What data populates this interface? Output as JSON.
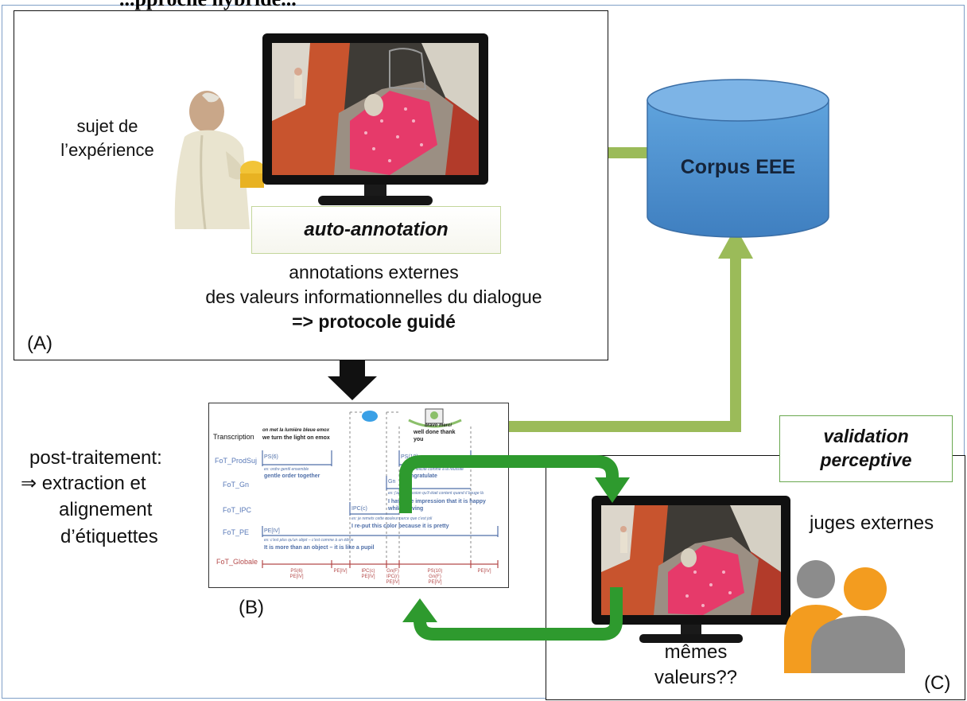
{
  "header": {
    "title": "...pproche hybride..."
  },
  "panel_a": {
    "subject_label": "sujet de\nl’expérience",
    "auto_annotation": "auto-annotation",
    "desc_line1": "annotations externes",
    "desc_line2": "des valeurs informationnelles du dialogue",
    "desc_line3": "=> protocole guidé",
    "letter": "(A)"
  },
  "corpus": {
    "label": "Corpus EEE"
  },
  "panel_b": {
    "post_line1": "post-traitement:",
    "post_line2": "⇒ extraction et",
    "post_line3": "alignement",
    "post_line4": "d’étiquettes",
    "letter": "(B)",
    "annot": {
      "row_labels": [
        "Transcription",
        "FoT_ProdSuj",
        "FoT_Gn",
        "FoT_IPC",
        "FoT_PE",
        "FoT_Globale"
      ],
      "transcript_fr": "on met la lumière bleue emox",
      "transcript_en": "we turn the light on emox",
      "bravo_fr": "bravo merci",
      "bravo_en_1": "well done thank",
      "bravo_en_2": "you",
      "ps6": "PS(6)",
      "ps6_ex": "ex: ordre gentil ensemble",
      "ps6_en": "gentle order together",
      "ps10": "PS(10)",
      "ps10_ex": "ex: je la félicite comme à la réussite",
      "ps10_en": "I congratulate",
      "gn": "Gn",
      "gn_ex": "ex: j'ai l'impression qu'il était content quand il bouge là",
      "gn_en_1": "I have the impression that it is happy",
      "gn_en_2": "while moving",
      "ipc": "IPC(c)",
      "ipc_ex": "ex: je remets cette couleur parce que c'est joli",
      "ipc_en": "I re-put this color because it is pretty",
      "pe": "PE[IV]",
      "pe_ex": "ex: c'est plus qu'un objet – c'est comme à un élève",
      "pe_en": "It is more than an object – it is like a pupil",
      "glob": [
        "PS(6)",
        "PE[IV]",
        "PE[IV]",
        "IPC(c)",
        "PE[IV]",
        "Gn(F)",
        "IPC(r)",
        "PE[IV]",
        "PS(10)",
        "Gn(F)",
        "PE[IV]",
        "PE[IV]"
      ]
    }
  },
  "panel_c": {
    "validation": "validation\nperceptive",
    "judges": "juges externes",
    "same_values": "mêmes\nvaleurs??",
    "letter": "(C)"
  },
  "colors": {
    "light_green": "#9bbb59",
    "dark_green": "#2e9a2e",
    "cylinder": "#5b9bd5",
    "orange": "#f39c1f",
    "grey": "#8c8c8c",
    "annot_blue": "#4f6fa8",
    "annot_red": "#b44a4a"
  }
}
